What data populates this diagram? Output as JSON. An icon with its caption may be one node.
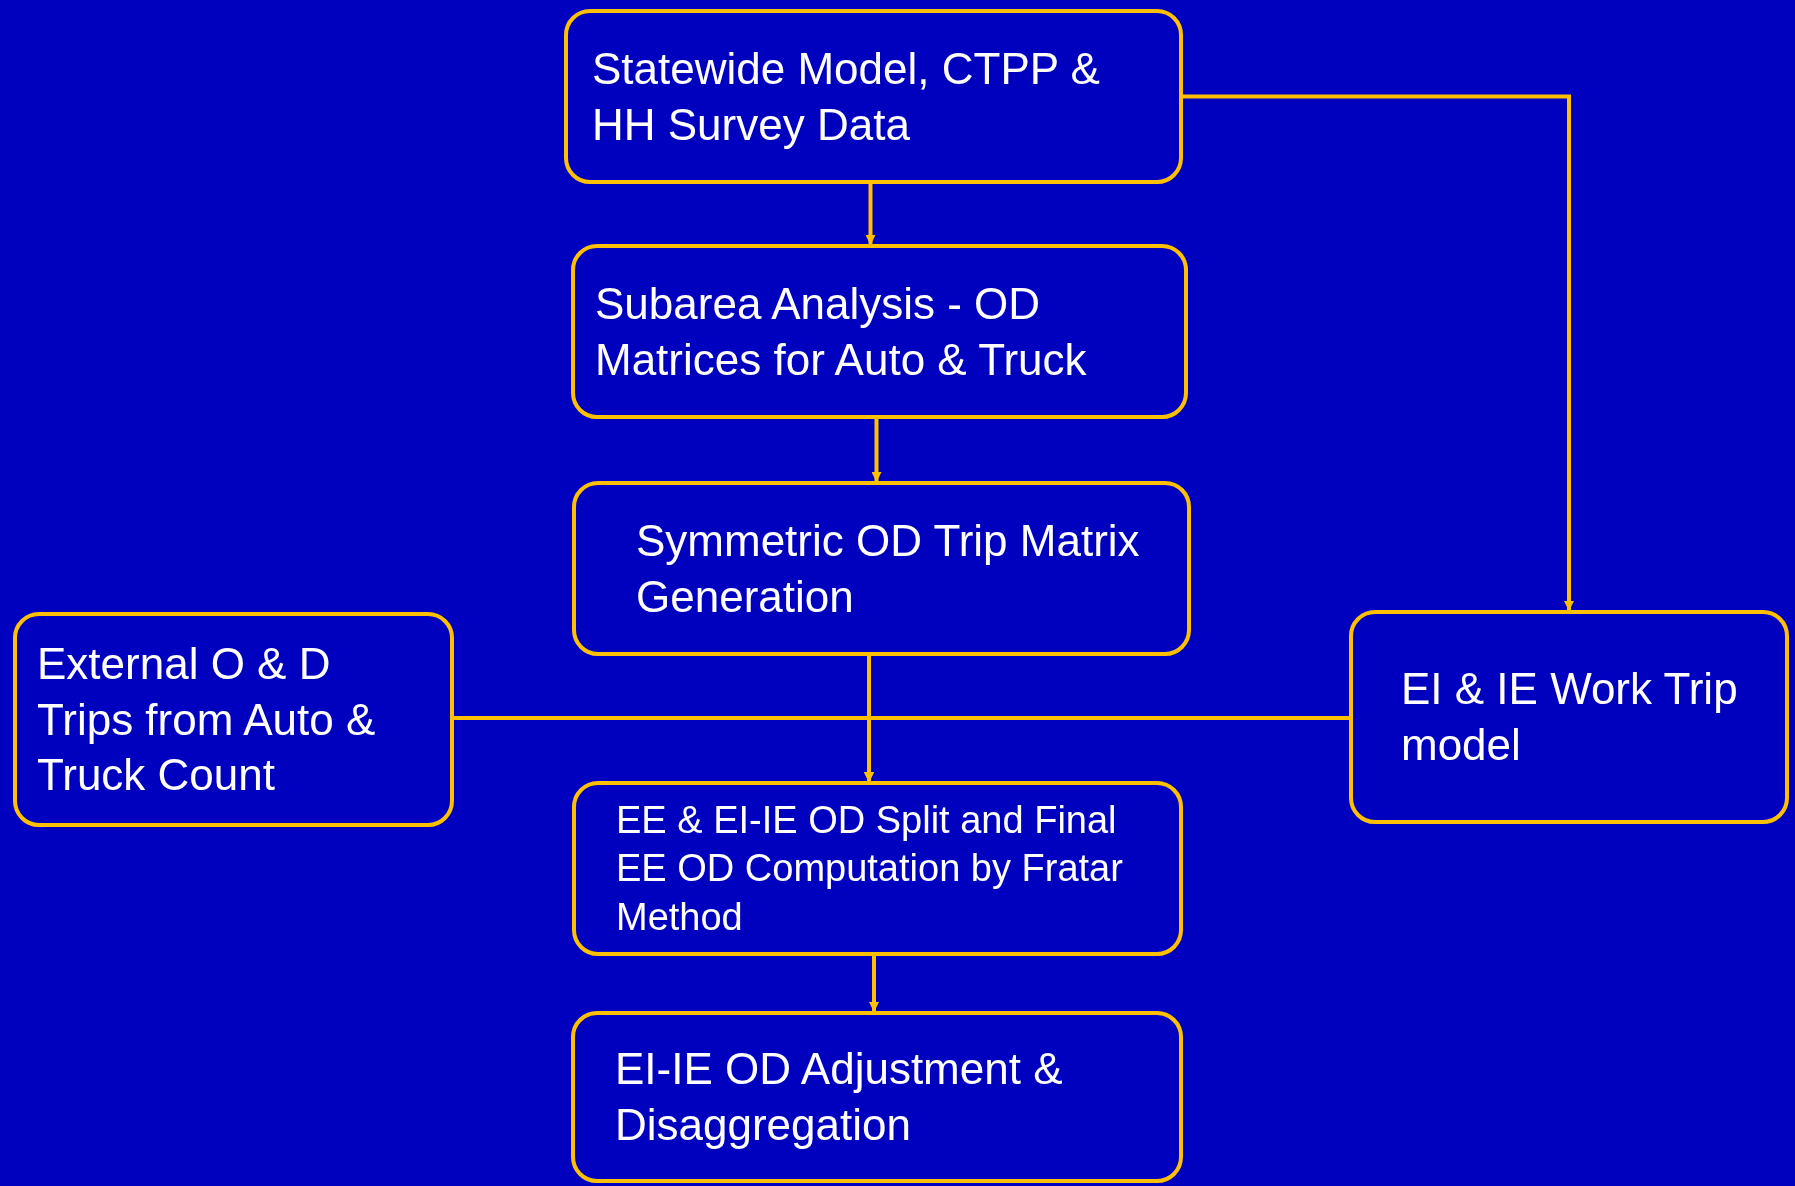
{
  "diagram": {
    "nodes": [
      {
        "text": [
          "Statewide Model, CTPP & HH Survey Data"
        ]
      },
      {
        "text": [
          "Subarea Analysis - OD Matrices for Auto & Truck"
        ]
      },
      {
        "text": [
          "Symmetric OD Trip Matrix Generation"
        ]
      },
      {
        "text": [
          "External O & D Trips from Auto & Truck Count"
        ]
      },
      {
        "text": [
          "EI & IE Work Trip model"
        ]
      },
      {
        "text": [
          "EE & EI-IE OD Split and Final EE OD Computation by Fratar Method"
        ]
      },
      {
        "text": [
          "EI-IE OD Adjustment & Disaggregation"
        ]
      }
    ],
    "edges": [
      {
        "from": 0,
        "to": 1,
        "arrow": "to"
      },
      {
        "from": 1,
        "to": 2,
        "arrow": "to"
      },
      {
        "from": 0,
        "to": 4,
        "arrow": "to"
      },
      {
        "from": 2,
        "to": 5,
        "arrow": "to"
      },
      {
        "from": 3,
        "to": 5,
        "arrow": "to"
      },
      {
        "from": 4,
        "to": 5,
        "arrow": "to"
      },
      {
        "from": 5,
        "to": 6,
        "arrow": "to"
      }
    ]
  }
}
